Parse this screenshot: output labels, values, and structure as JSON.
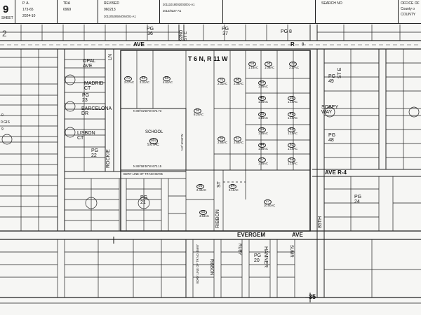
{
  "header": {
    "sheet_number": "9",
    "sheet_label": "SHEET",
    "pa_label": "P. A.",
    "pa_values": [
      "173-65",
      "2024-10"
    ],
    "tra_label": "TRA",
    "tra_value": "6969",
    "revised_label": "REVISED",
    "revised_values": [
      "960213",
      "20110528504004001-A1"
    ],
    "revision_codes": [
      "20111018002003001-A1",
      "2012/0227-A1"
    ],
    "search_label": "SEARCH NO",
    "office_lines": [
      "OFFICE OF",
      "County o",
      "COUNTY"
    ],
    "edge_mark": "2"
  },
  "map": {
    "page_refs_top": [
      "PG\n36",
      "PG\n37",
      "PG 8"
    ],
    "page_refs_left": [
      "PG\n23",
      "PG\n22"
    ],
    "page_refs_mid": [
      "PG\n21"
    ],
    "page_refs_bottom": [
      "PG\n20"
    ],
    "page_refs_right": [
      "PG\n49",
      "PG\n48",
      "PG\n24"
    ],
    "township": "T 6 N, R 11 W",
    "streets": {
      "ave_r": "AVE",
      "ave_r_letter": "R",
      "ave_r_suffix": "8",
      "ave_r4": "AVE R-4",
      "evergem": "EVERGEM",
      "evergem_ave": "AVE",
      "opal": "OPAL\nAVE",
      "madrid": "MADRID\nCT",
      "barcelona": "BARCELONA\nDR",
      "lisbon": "LISBON\nCT",
      "rockie": "ROCKIE",
      "st_e": "ST E",
      "sobey": "SOBEY\nWAY",
      "st_85th": "85TH",
      "ribbon": "RIBBON",
      "st": "ST",
      "ribbon_lower": "RIBBON",
      "ruby": "RUBY",
      "hamner": "HAMNER",
      "sumr": "SUMR",
      "ln": "LN",
      "st_92nd": "92ND\nST E",
      "gis": "0 GIS",
      "left_vals": [
        "0",
        "9"
      ]
    },
    "school": {
      "label": "SCHOOL",
      "parcel": "801",
      "area": "9.67AC"
    },
    "bearings": {
      "b1": "N 89°01'56\"W   672.73",
      "b2": "N 89°58'46\"W   672.15",
      "b3": "BDRY LINE OF TR NO 65705",
      "b4": "BDRY LINE OF TR NO 46697",
      "b5": "N 0°10'44\"W"
    },
    "section_number": "35",
    "parcels": [
      {
        "num": "71",
        "area": "2.07AC"
      },
      {
        "num": "54",
        "area": "2.31AC"
      },
      {
        "num": "55",
        "area": "4.62AC"
      },
      {
        "num": "56",
        "area": "9.24AC"
      },
      {
        "num": "70",
        "area": "2.31AC"
      },
      {
        "num": "68",
        "area": "2.38AC"
      },
      {
        "num": "69",
        "area": "1.16AC"
      },
      {
        "num": "58",
        "area": "1.06AC"
      },
      {
        "num": "59",
        "area": "1.25AC"
      },
      {
        "num": "40",
        "area": "1.25AC"
      },
      {
        "num": "20",
        "area": "1.16AC"
      },
      {
        "num": "19",
        "area": "1.25AC"
      },
      {
        "num": "44",
        "area": "1.25AC"
      },
      {
        "num": "17",
        "area": "1.25AC"
      },
      {
        "num": "36",
        "area": "2.50AC"
      },
      {
        "num": "37",
        "area": "2.50AC"
      },
      {
        "num": "66",
        "area": "2.40AC"
      },
      {
        "num": "64",
        "area": "2.11AC"
      },
      {
        "num": "65",
        "area": "4.53AC"
      },
      {
        "num": "27",
        "area": "10.00AC"
      },
      {
        "num": "28",
        "area": "1.10AC"
      },
      {
        "num": "41",
        "area": "1.10AC"
      },
      {
        "num": "81",
        "area": "1.10AC"
      },
      {
        "num": "63",
        "area": "1.10AC"
      },
      {
        "num": "62",
        "area": "1.10AC"
      },
      {
        "num": "70",
        "area": "2.27AC"
      }
    ]
  }
}
